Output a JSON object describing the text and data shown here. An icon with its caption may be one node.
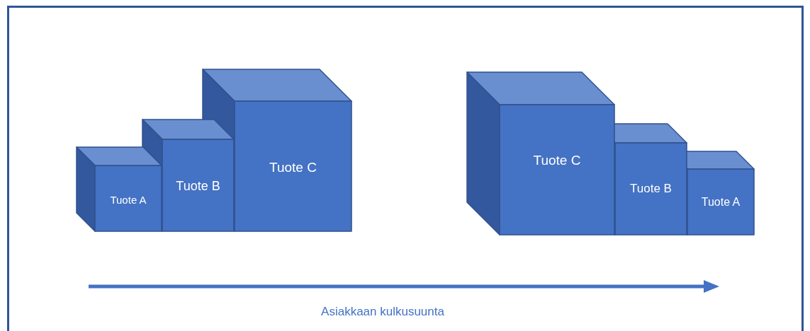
{
  "diagram": {
    "nodes": [
      {
        "text": [
          "Tuote A"
        ]
      },
      {
        "text": [
          "Tuote B"
        ]
      },
      {
        "text": [
          "Tuote C"
        ]
      },
      {
        "text": [
          "Tuote C"
        ]
      },
      {
        "text": [
          "Tuote B"
        ]
      },
      {
        "text": [
          "Tuote A"
        ]
      }
    ],
    "labels": [
      "Asiakkaan kulkusuunta"
    ]
  }
}
